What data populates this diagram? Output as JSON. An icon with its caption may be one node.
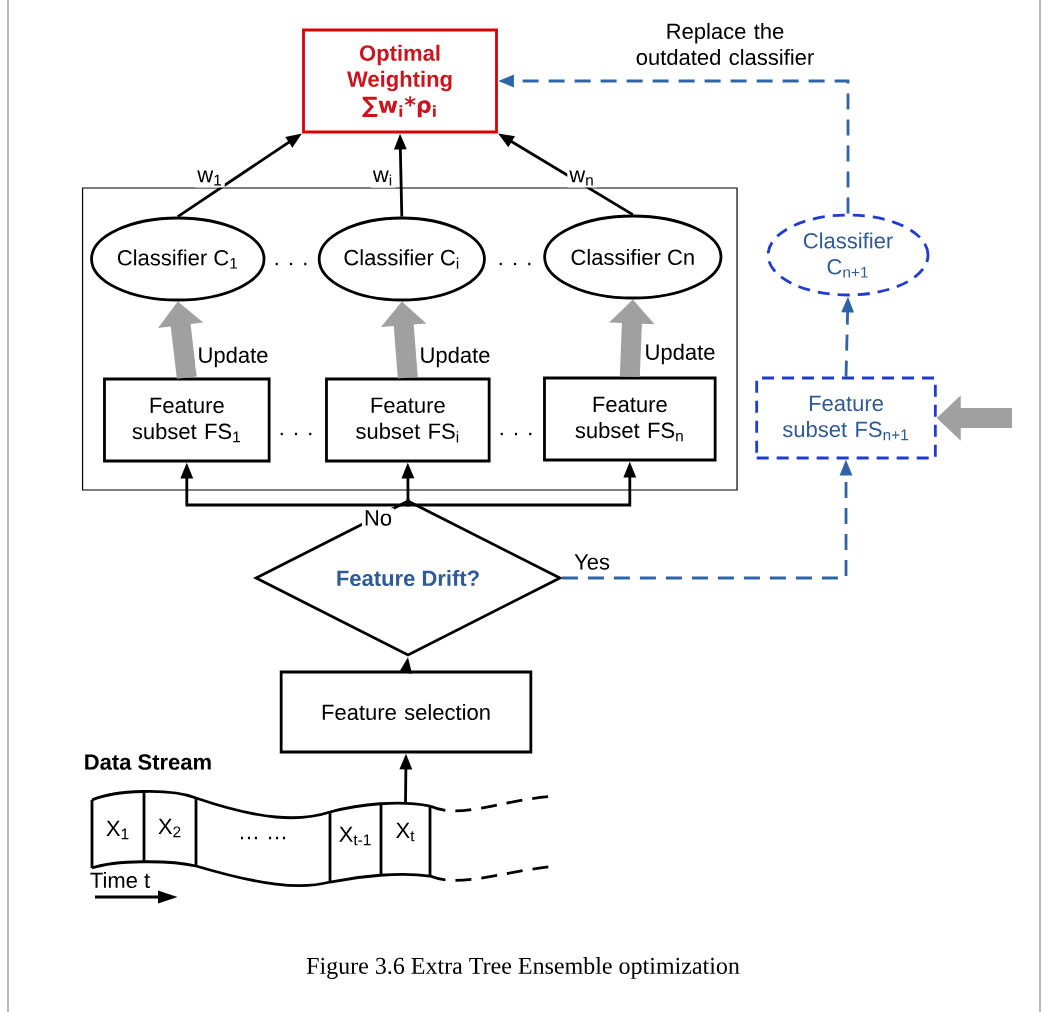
{
  "diagram": {
    "caption": "Figure 3.6 Extra Tree Ensemble optimization",
    "nodes": [
      {
        "text": [
          "Optimal Weighting",
          "∑w$_{i}$*ρ$_{i}$"
        ]
      },
      {
        "text": [],
        "shape": "box"
      },
      {
        "text": [
          "Classifier C$_{1}$"
        ],
        "in": 1
      },
      {
        "text": [
          "Classifier C$_{i}$"
        ],
        "in": 1
      },
      {
        "text": [
          "Classifier Cn"
        ],
        "in": 1
      },
      {
        "text": [
          "Feature subset FS$_{1}$"
        ],
        "in": 1
      },
      {
        "text": [
          "Feature subset FS$_{i}$"
        ],
        "in": 1
      },
      {
        "text": [
          "Feature subset FS$_{n}$"
        ],
        "in": 1
      },
      {
        "text": [
          "Feature Drift?"
        ]
      },
      {
        "text": [
          "Feature selection"
        ]
      },
      {
        "text": [
          "Data Stream"
        ]
      },
      {
        "text": [
          "X$_{1}$"
        ],
        "in": 10
      },
      {
        "text": [
          "X$_{2}$"
        ],
        "in": 10
      },
      {
        "text": [
          "… …"
        ],
        "in": 10
      },
      {
        "text": [
          "X$_{t-1}$"
        ],
        "in": 10
      },
      {
        "text": [
          "X$_{t}$"
        ],
        "in": 10
      },
      {
        "text": [
          "Classifier C$_{n+1}$"
        ]
      },
      {
        "text": [
          "Feature subset FS$_{n+1}$"
        ]
      }
    ],
    "edges": [
      {
        "from": 2,
        "to": 0,
        "arrow": "to",
        "label": "w$_{1}$"
      },
      {
        "from": 3,
        "to": 0,
        "arrow": "to",
        "label": "w$_{i}$"
      },
      {
        "from": 4,
        "to": 0,
        "arrow": "to",
        "label": "w$_{n}$"
      },
      {
        "from": 5,
        "to": 2,
        "arrow": "to",
        "label": "Update",
        "style": "thick",
        "color": "#a0a0a0"
      },
      {
        "from": 6,
        "to": 3,
        "arrow": "to",
        "label": "Update",
        "style": "thick",
        "color": "#a0a0a0"
      },
      {
        "from": 7,
        "to": 4,
        "arrow": "to",
        "label": "Update",
        "style": "thick",
        "color": "#a0a0a0"
      },
      {
        "from": 8,
        "to": 5,
        "arrow": "to"
      },
      {
        "from": 8,
        "to": 6,
        "arrow": "to",
        "label": "No"
      },
      {
        "from": 8,
        "to": 7,
        "arrow": "to"
      },
      {
        "from": 15,
        "to": 9,
        "arrow": "to"
      },
      {
        "from": 9,
        "to": 8,
        "arrow": "to"
      },
      {
        "from": 8,
        "to": 17,
        "arrow": "to",
        "label": "Yes",
        "style": "dashed",
        "color": "#2e64a8"
      },
      {
        "from": 17,
        "to": 16,
        "arrow": "to",
        "style": "dashed",
        "color": "#2e64a8"
      },
      {
        "from": 16,
        "to": 0,
        "arrow": "to",
        "label": "Replace the outdated classifier",
        "style": "dashed",
        "color": "#2e64a8"
      },
      {
        "from": null,
        "to": 17,
        "arrow": "to",
        "style": "thick",
        "color": "#a0a0a0"
      }
    ],
    "labels": [
      ". . .",
      ". . .",
      ". . .",
      ". . .",
      "Time t"
    ]
  }
}
